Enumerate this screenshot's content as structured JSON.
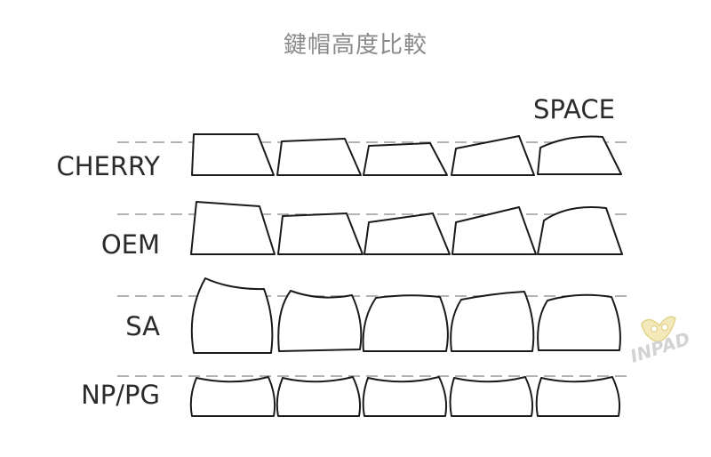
{
  "title": "鍵帽高度比較",
  "space_label": "SPACE",
  "rows": [
    {
      "label": "CHERRY"
    },
    {
      "label": "OEM"
    },
    {
      "label": "SA"
    },
    {
      "label": "NP/PG"
    }
  ],
  "watermark": {
    "text": "INPAD",
    "color": "#e6d58a"
  },
  "colors": {
    "stroke": "#1a1a1a",
    "dash": "#9a9a9a",
    "title": "#8a8a8a"
  }
}
